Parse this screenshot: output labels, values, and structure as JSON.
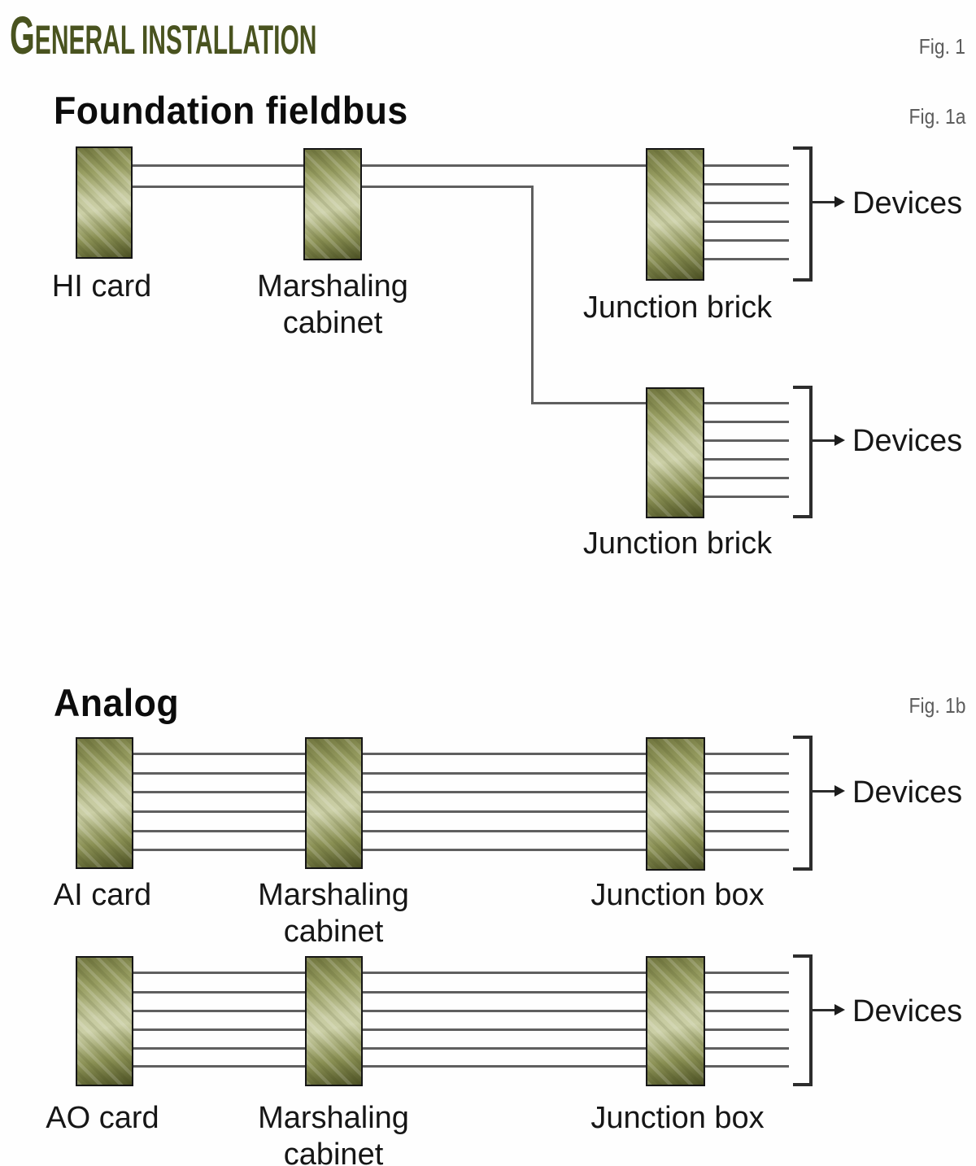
{
  "page": {
    "title": "General installation",
    "fig_ref": "Fig. 1",
    "background": "#ffffff"
  },
  "colors": {
    "title_olive": "#49531f",
    "fig_ref_gray": "#5c5c5c",
    "wire_gray": "#5f5f5f",
    "bracket_dark": "#2d2d2d",
    "box_green_dark": "#4e5326",
    "box_green_light": "#c6caa0",
    "text_black": "#161616"
  },
  "fig1a": {
    "heading": "Foundation fieldbus",
    "fig_ref": "Fig. 1a",
    "nodes": {
      "hi_card": "HI card",
      "marshaling_cabinet": "Marshaling\ncabinet",
      "junction_brick_top": "Junction brick",
      "junction_brick_bottom": "Junction brick"
    },
    "devices_top": "Devices",
    "devices_bottom": "Devices",
    "device_lines_per_brick": 6
  },
  "fig1b": {
    "heading": "Analog",
    "fig_ref": "Fig. 1b",
    "rows": [
      {
        "card": "AI card",
        "cabinet": "Marshaling\ncabinet",
        "junction": "Junction box",
        "devices": "Devices",
        "device_lines": 6
      },
      {
        "card": "AO card",
        "cabinet": "Marshaling\ncabinet",
        "junction": "Junction box",
        "devices": "Devices",
        "device_lines": 6
      }
    ]
  }
}
